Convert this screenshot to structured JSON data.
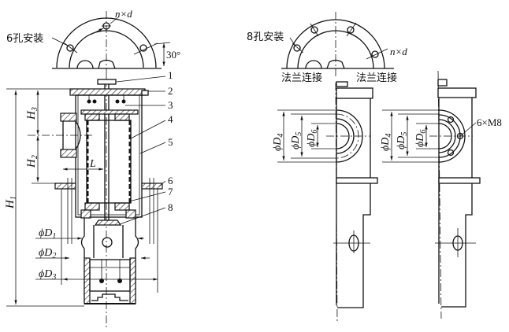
{
  "figure": {
    "left_view": {
      "top_flange": {
        "mount_label": "6孔安装",
        "hole_spec": "n×d",
        "angle_label": "30°"
      },
      "part_numbers": [
        "1",
        "2",
        "3",
        "4",
        "5",
        "6",
        "7",
        "8"
      ],
      "dimensions": {
        "H1": {
          "sym": "H",
          "sub": "1"
        },
        "H2": {
          "sym": "H",
          "sub": "2"
        },
        "H3": {
          "sym": "H",
          "sub": "3"
        },
        "L": "L",
        "D1": {
          "sym": "ϕD",
          "sub": "1"
        },
        "D2": {
          "sym": "ϕD",
          "sub": "2"
        },
        "D3": {
          "sym": "ϕD",
          "sub": "3"
        }
      }
    },
    "right_view": {
      "top_flange": {
        "mount_label": "8孔安装",
        "hole_spec": "n×d",
        "flange_label_left": "法兰连接",
        "flange_label_right": "法兰连接"
      },
      "port_a": {
        "D4": {
          "sym": "ϕD",
          "sub": "4"
        },
        "D5": {
          "sym": "ϕD",
          "sub": "5"
        },
        "D6": {
          "sym": "ϕD",
          "sub": "6"
        }
      },
      "port_b": {
        "D4": {
          "sym": "ϕD",
          "sub": "4"
        },
        "D5": {
          "sym": "ϕD",
          "sub": "5"
        },
        "D6": {
          "sym": "ϕD",
          "sub": "6"
        },
        "thread_spec": "6×M8"
      }
    }
  }
}
